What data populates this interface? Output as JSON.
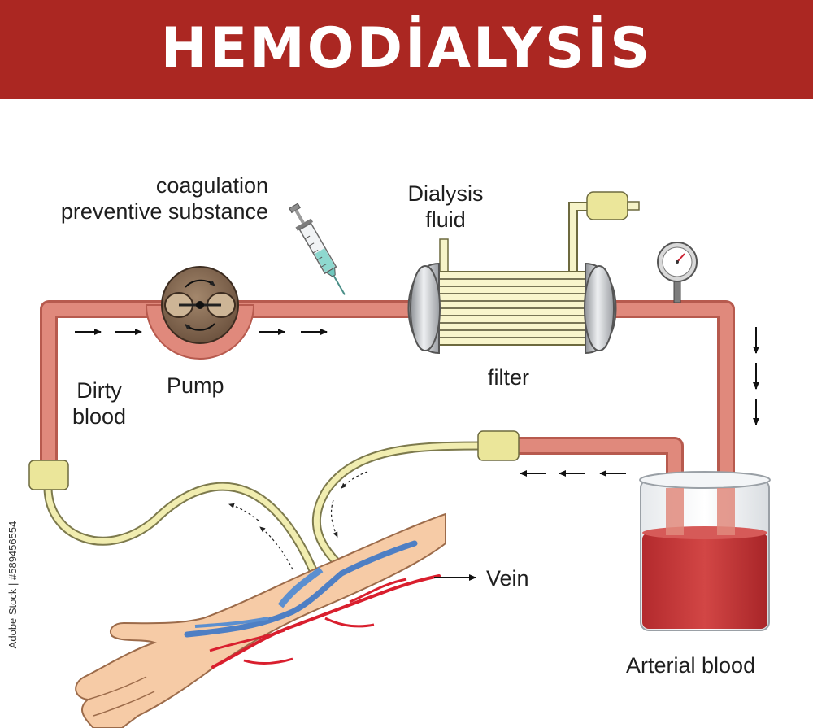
{
  "title": "HEMODİALYSİS",
  "labels": {
    "coagulation": "coagulation\npreventive substance",
    "dialysis_fluid": "Dialysis\nfluid",
    "pump": "Pump",
    "filter": "filter",
    "dirty_blood": "Dirty\nblood",
    "vein": "Vein",
    "arterial_blood": "Arterial blood"
  },
  "side_credit": "Adobe Stock | #589456554",
  "colors": {
    "banner": "#ab2722",
    "tube": "#e0897c",
    "tube_outline": "#b75a4e",
    "connector": "#ebe69a",
    "blood": "#c93a3a",
    "skin": "#f6cba6",
    "vein": "#5b8fd0",
    "artery": "#d91f2e"
  }
}
